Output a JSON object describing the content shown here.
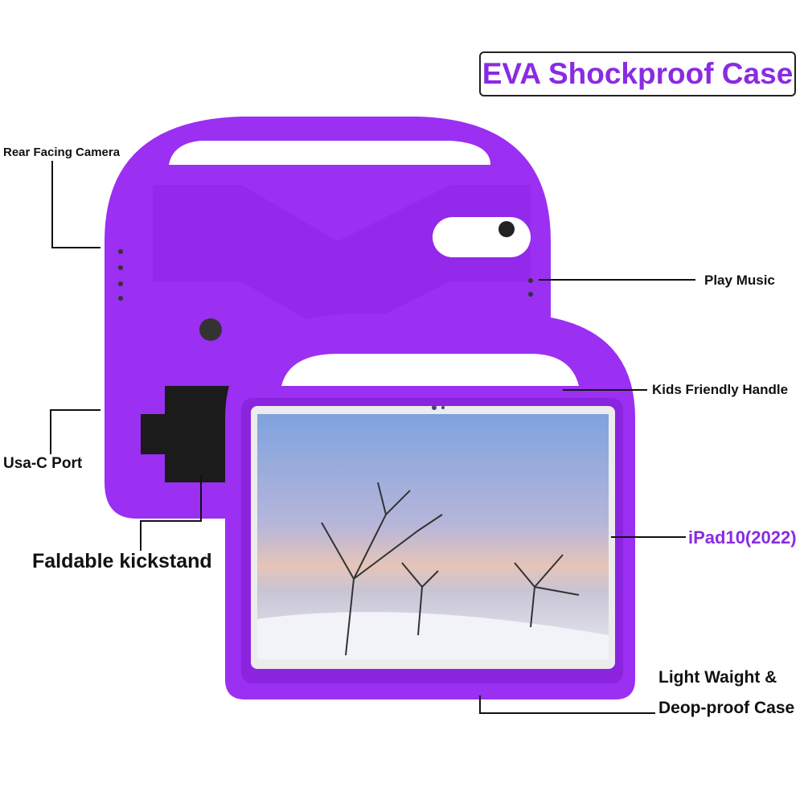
{
  "title": "EVA Shockproof Case",
  "labels": {
    "rear_camera": "Rear Facing Camera",
    "play_music": "Play Music",
    "kids_handle": "Kids Friendly Handle",
    "usb_port": "Usa-C Port",
    "kickstand": "Faldable kickstand",
    "model": "iPad10(2022)",
    "light_weight_line1": "Light Waight &",
    "light_weight_line2": "Deop-proof Case"
  },
  "colors": {
    "case": "#9b2ff2",
    "accent_text": "#8a2be2"
  }
}
